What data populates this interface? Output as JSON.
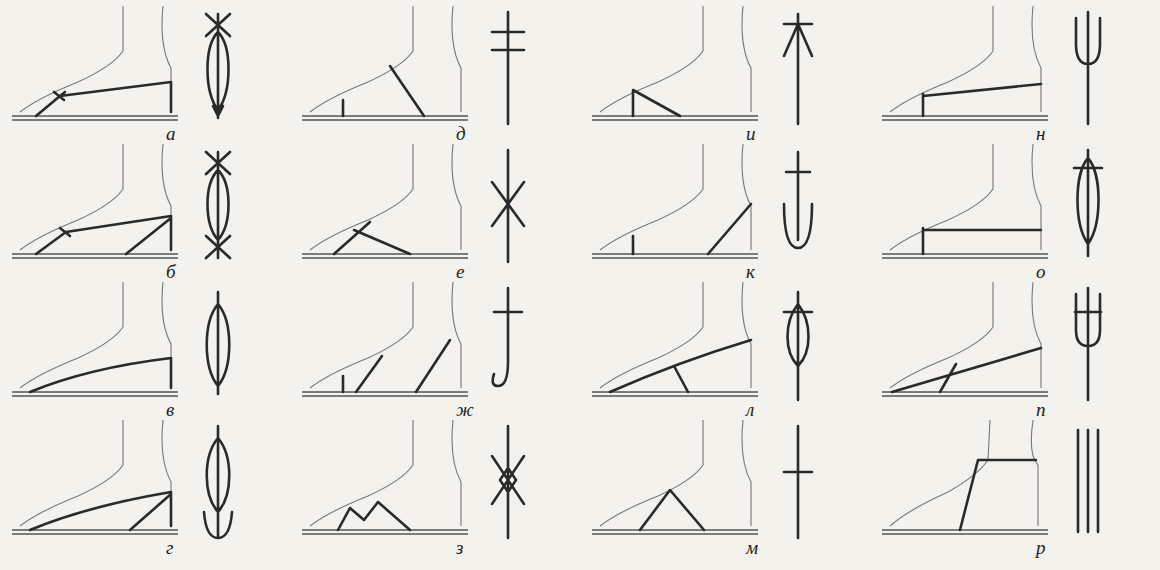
{
  "diagram": {
    "labels": [
      "а",
      "б",
      "в",
      "г",
      "д",
      "е",
      "ж",
      "з",
      "и",
      "к",
      "л",
      "м",
      "н",
      "о",
      "п",
      "р"
    ]
  }
}
